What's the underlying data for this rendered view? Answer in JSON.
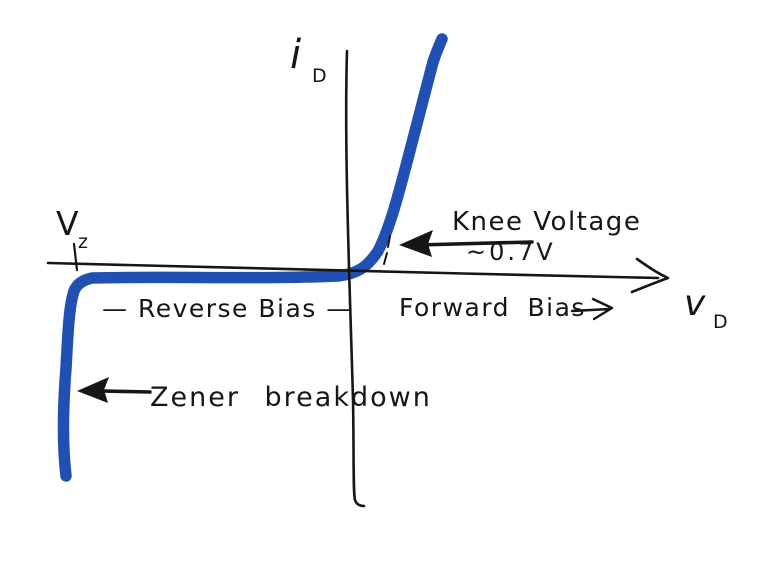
{
  "figure": {
    "background": "#ffffff",
    "ink_color": "#161616",
    "curve_color": "#2150b4",
    "y_axis_label": {
      "symbol": "i",
      "subscript": "D"
    },
    "x_axis_label": {
      "symbol": "v",
      "subscript": "D"
    },
    "zener_voltage_label": {
      "symbol": "V",
      "subscript": "z"
    },
    "knee_annotation": {
      "line1": "Knee Voltage",
      "line2": "~0.7V"
    },
    "reverse_bias_label": "— Reverse Bias —",
    "forward_bias_label": "Forward Bias",
    "zener_breakdown_label": "Zener breakdown"
  },
  "chart_data": {
    "type": "line",
    "title": "",
    "xlabel": "v_D",
    "ylabel": "i_D",
    "axis_numeric_labels": false,
    "annotations": [
      "V_z",
      "Knee Voltage ~0.7V",
      "— Reverse Bias —",
      "Forward Bias",
      "Zener breakdown"
    ],
    "series": [
      {
        "name": "diode i-v characteristic (hand-drawn)",
        "qualitative_points": [
          {
            "v": "V_z (negative)",
            "i": "steeply negative — zener breakdown region"
          },
          {
            "v": "between V_z and ~0.7V",
            "i": "approximately 0 — reverse bias region"
          },
          {
            "v": "~0.7V knee voltage",
            "i": "current begins to rise"
          },
          {
            "v": "> 0.7V",
            "i": "rises steeply — forward bias region"
          }
        ]
      }
    ]
  }
}
